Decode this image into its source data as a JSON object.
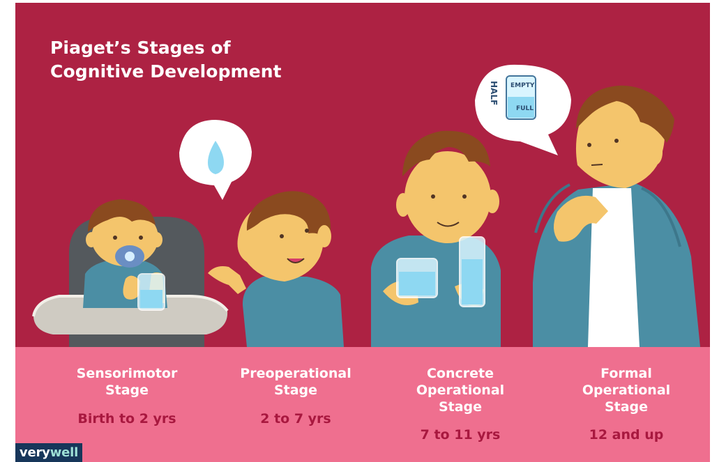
{
  "title": {
    "line1": "Piaget’s Stages of",
    "line2": "Cognitive Development"
  },
  "stages": [
    {
      "name_line1": "Sensorimotor",
      "name_line2": "Stage",
      "age": "Birth to 2 yrs"
    },
    {
      "name_line1": "Preoperational",
      "name_line2": "Stage",
      "age": "2 to 7 yrs"
    },
    {
      "name_line1": "Concrete",
      "name_line2": "Operational",
      "name_line3": "Stage",
      "age": "7 to 11 yrs"
    },
    {
      "name_line1": "Formal",
      "name_line2": "Operational",
      "name_line3": "Stage",
      "age": "12 and up"
    }
  ],
  "thought_bubble": {
    "vertical_word": "HALF",
    "top_word": "EMPTY",
    "bottom_word": "FULL"
  },
  "brand": {
    "logo_part1": "very",
    "logo_part2": "well"
  },
  "colors": {
    "top_background": "#ad2243",
    "bottom_background": "#ef6f8f",
    "title_text": "#ffffff",
    "age_text": "#a8183f",
    "shirt": "#4b8ea4",
    "hair": "#8a4a1f",
    "skin": "#f4c56c",
    "water": "#8ed8f2",
    "logo_background": "#17365a",
    "logo_accent": "#9ee0d6"
  },
  "icons": {
    "bubble_1": "water-drop-icon",
    "bubble_2": "half-empty-half-full-glass-icon"
  }
}
